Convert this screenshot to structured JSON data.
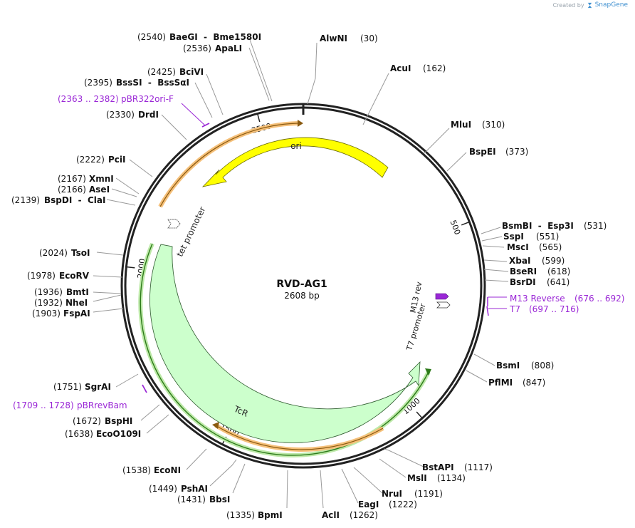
{
  "credit": {
    "prefix": "Created by",
    "brand": "SnapGene"
  },
  "plasmid": {
    "name": "RVD-AG1",
    "size_text": "2608 bp",
    "length": 2608
  },
  "ticks": [
    {
      "pos": 500,
      "label": "500"
    },
    {
      "pos": 1000,
      "label": "1000"
    },
    {
      "pos": 1500,
      "label": "1500"
    },
    {
      "pos": 2000,
      "label": "2000"
    },
    {
      "pos": 2500,
      "label": "2500"
    }
  ],
  "enzymes": [
    {
      "name": "AlwNI",
      "pos": "(30)",
      "side": "right"
    },
    {
      "name": "AcuI",
      "pos": "(162)",
      "side": "right"
    },
    {
      "name": "MluI",
      "pos": "(310)",
      "side": "right"
    },
    {
      "name": "BspEI",
      "pos": "(373)",
      "side": "right"
    },
    {
      "name": "BsmBI  -  Esp3I",
      "pos": "(531)",
      "side": "right"
    },
    {
      "name": "SspI",
      "pos": "(551)",
      "side": "right"
    },
    {
      "name": "MscI",
      "pos": "(565)",
      "side": "right"
    },
    {
      "name": "XbaI",
      "pos": "(599)",
      "side": "right"
    },
    {
      "name": "BseRI",
      "pos": "(618)",
      "side": "right"
    },
    {
      "name": "BsrDI",
      "pos": "(641)",
      "side": "right"
    },
    {
      "name": "BsmI",
      "pos": "(808)",
      "side": "right"
    },
    {
      "name": "PflMI",
      "pos": "(847)",
      "side": "right"
    },
    {
      "name": "BstAPI",
      "pos": "(1117)",
      "side": "right"
    },
    {
      "name": "MslI",
      "pos": "(1134)",
      "side": "right"
    },
    {
      "name": "NruI",
      "pos": "(1191)",
      "side": "right"
    },
    {
      "name": "EagI",
      "pos": "(1222)",
      "side": "right"
    },
    {
      "name": "AclI",
      "pos": "(1262)",
      "side": "right"
    },
    {
      "name": "BpmI",
      "pos": "(1335)",
      "side": "left"
    },
    {
      "name": "BbsI",
      "pos": "(1431)",
      "side": "left"
    },
    {
      "name": "PshAI",
      "pos": "(1449)",
      "side": "left"
    },
    {
      "name": "EcoNI",
      "pos": "(1538)",
      "side": "left"
    },
    {
      "name": "EcoO109I",
      "pos": "(1638)",
      "side": "left"
    },
    {
      "name": "BspHI",
      "pos": "(1672)",
      "side": "left"
    },
    {
      "name": "SgrAI",
      "pos": "(1751)",
      "side": "left"
    },
    {
      "name": "FspAI",
      "pos": "(1903)",
      "side": "left"
    },
    {
      "name": "NheI",
      "pos": "(1932)",
      "side": "left"
    },
    {
      "name": "BmtI",
      "pos": "(1936)",
      "side": "left"
    },
    {
      "name": "EcoRV",
      "pos": "(1978)",
      "side": "left"
    },
    {
      "name": "TsoI",
      "pos": "(2024)",
      "side": "left"
    },
    {
      "name": "BspDI  -  ClaI",
      "pos": "(2139)",
      "side": "left"
    },
    {
      "name": "AseI",
      "pos": "(2166)",
      "side": "left"
    },
    {
      "name": "XmnI",
      "pos": "(2167)",
      "side": "left"
    },
    {
      "name": "PciI",
      "pos": "(2222)",
      "side": "left"
    },
    {
      "name": "DrdI",
      "pos": "(2330)",
      "side": "left"
    },
    {
      "name": "BssSI  -  BssSαI",
      "pos": "(2395)",
      "side": "left"
    },
    {
      "name": "BciVI",
      "pos": "(2425)",
      "side": "left"
    },
    {
      "name": "ApaLI",
      "pos": "(2536)",
      "side": "left"
    },
    {
      "name": "BaeGI  -  Bme1580I",
      "pos": "(2540)",
      "side": "left"
    }
  ],
  "primers": [
    {
      "name": "M13 Reverse",
      "range": "(676 .. 692)",
      "color": "#9a27d6"
    },
    {
      "name": "T7",
      "range": "(697 .. 716)",
      "color": "#9a27d6"
    },
    {
      "name": "pBRrevBam",
      "range": "(1709 .. 1728)",
      "color": "#9a27d6"
    },
    {
      "name": "pBR322ori-F",
      "range": "(2363 .. 2382)",
      "color": "#9a27d6"
    }
  ],
  "features": [
    {
      "name": "ori",
      "color": "#ffff00"
    },
    {
      "name": "TcR",
      "color": "#ccffcc"
    },
    {
      "name": "tet promoter",
      "color": "#ffffff"
    },
    {
      "name": "T7 promoter",
      "color": "#ffffff"
    },
    {
      "name": "M13 rev",
      "color": "#9a27d6"
    }
  ],
  "colors": {
    "backbone": "#222222",
    "orf": "#e8a030",
    "orf_inner": "#2d7a1a",
    "label_line": "#999999",
    "primer": "#9a27d6"
  }
}
